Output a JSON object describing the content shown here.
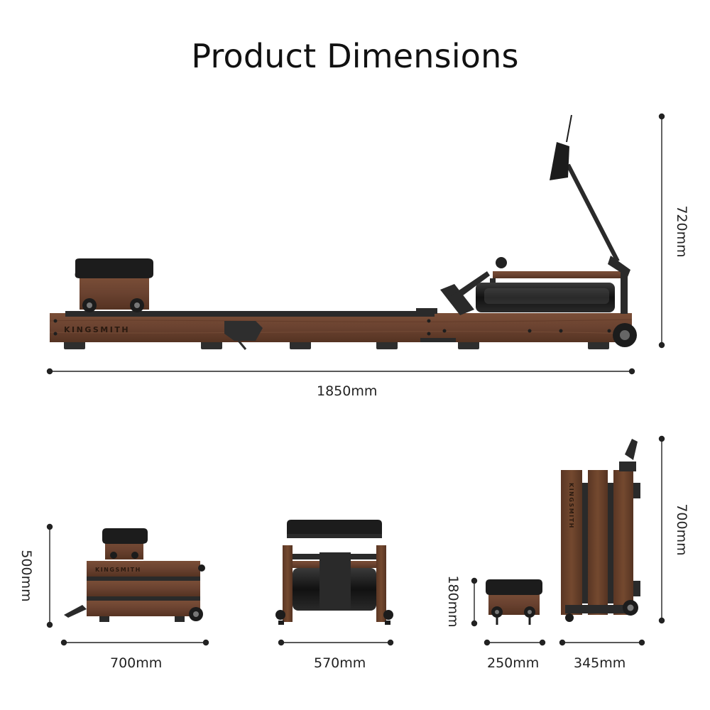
{
  "title": "Product Dimensions",
  "brand": "KINGSMITH",
  "dimensions": {
    "full_length": "1850mm",
    "full_height": "720mm",
    "folded_height": "500mm",
    "folded_length": "700mm",
    "front_width": "570mm",
    "seat_height": "180mm",
    "seat_width": "250mm",
    "upright_height": "700mm",
    "upright_depth": "345mm"
  },
  "colors": {
    "wood": "#6e4530",
    "wood_dark": "#4e2f1e",
    "metal": "#2b2b2b",
    "seat": "#1c1c1c",
    "line": "#222222"
  }
}
